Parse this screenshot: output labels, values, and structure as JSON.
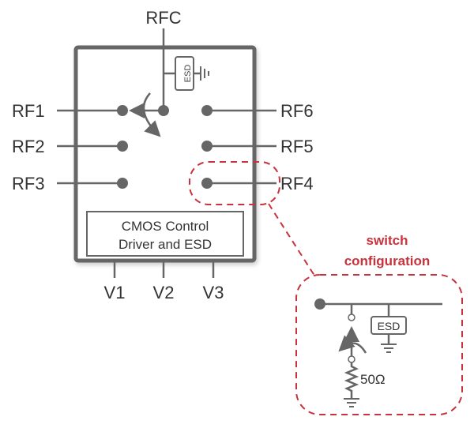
{
  "pins": {
    "rfc": "RFC",
    "rf1": "RF1",
    "rf2": "RF2",
    "rf3": "RF3",
    "rf4": "RF4",
    "rf5": "RF5",
    "rf6": "RF6",
    "v1": "V1",
    "v2": "V2",
    "v3": "V3"
  },
  "esd_label": "ESD",
  "control_block": {
    "line1": "CMOS Control",
    "line2": "Driver and ESD"
  },
  "callout": {
    "line1": "switch",
    "line2": "configuration",
    "resistor": "50Ω",
    "esd": "ESD"
  },
  "colors": {
    "line": "#666666",
    "callout": "#c8323c"
  }
}
